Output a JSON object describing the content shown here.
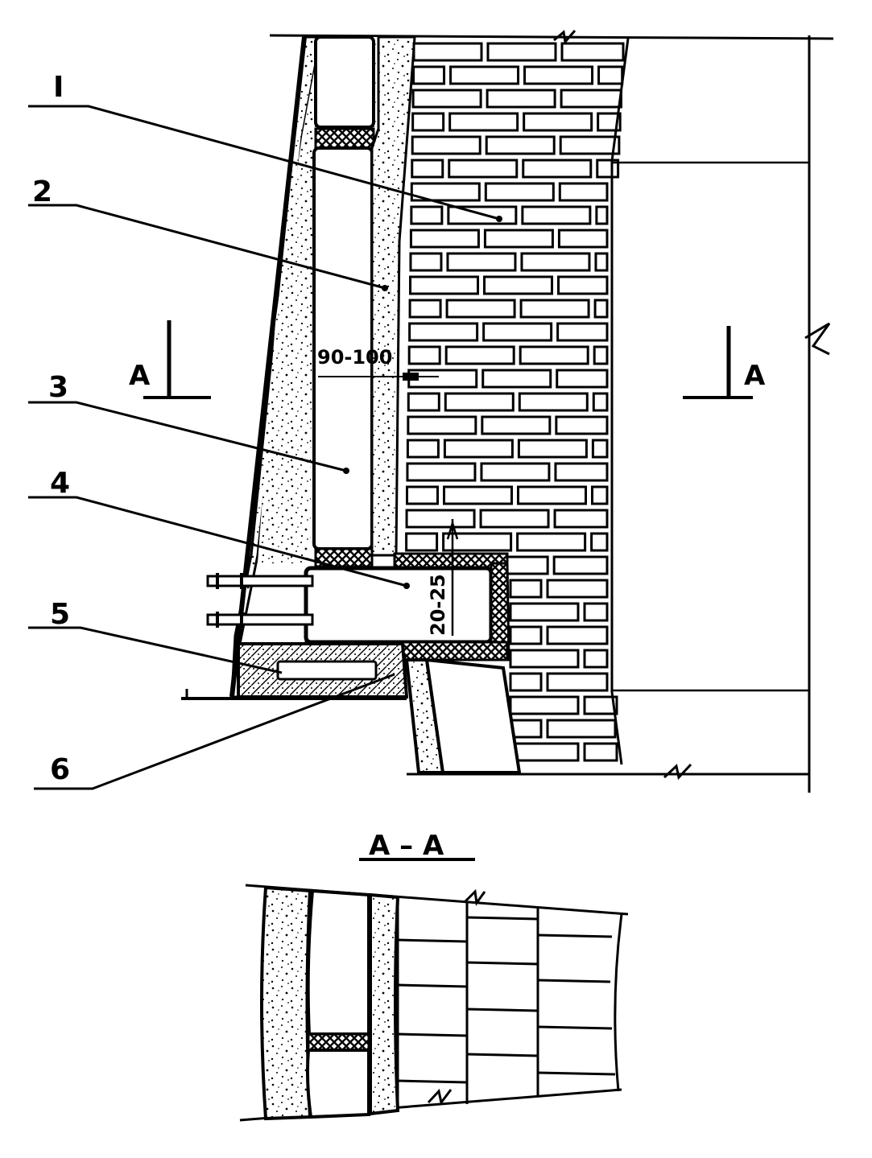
{
  "callouts": [
    {
      "id": "1",
      "text": "I"
    },
    {
      "id": "2",
      "text": "2"
    },
    {
      "id": "3",
      "text": "3"
    },
    {
      "id": "4",
      "text": "4"
    },
    {
      "id": "5",
      "text": "5"
    },
    {
      "id": "6",
      "text": "6"
    }
  ],
  "dimensions": {
    "gap_width": "90-100",
    "beam_height": "20-25"
  },
  "section_marks": {
    "left": "A",
    "right": "A",
    "title": "A – A"
  }
}
